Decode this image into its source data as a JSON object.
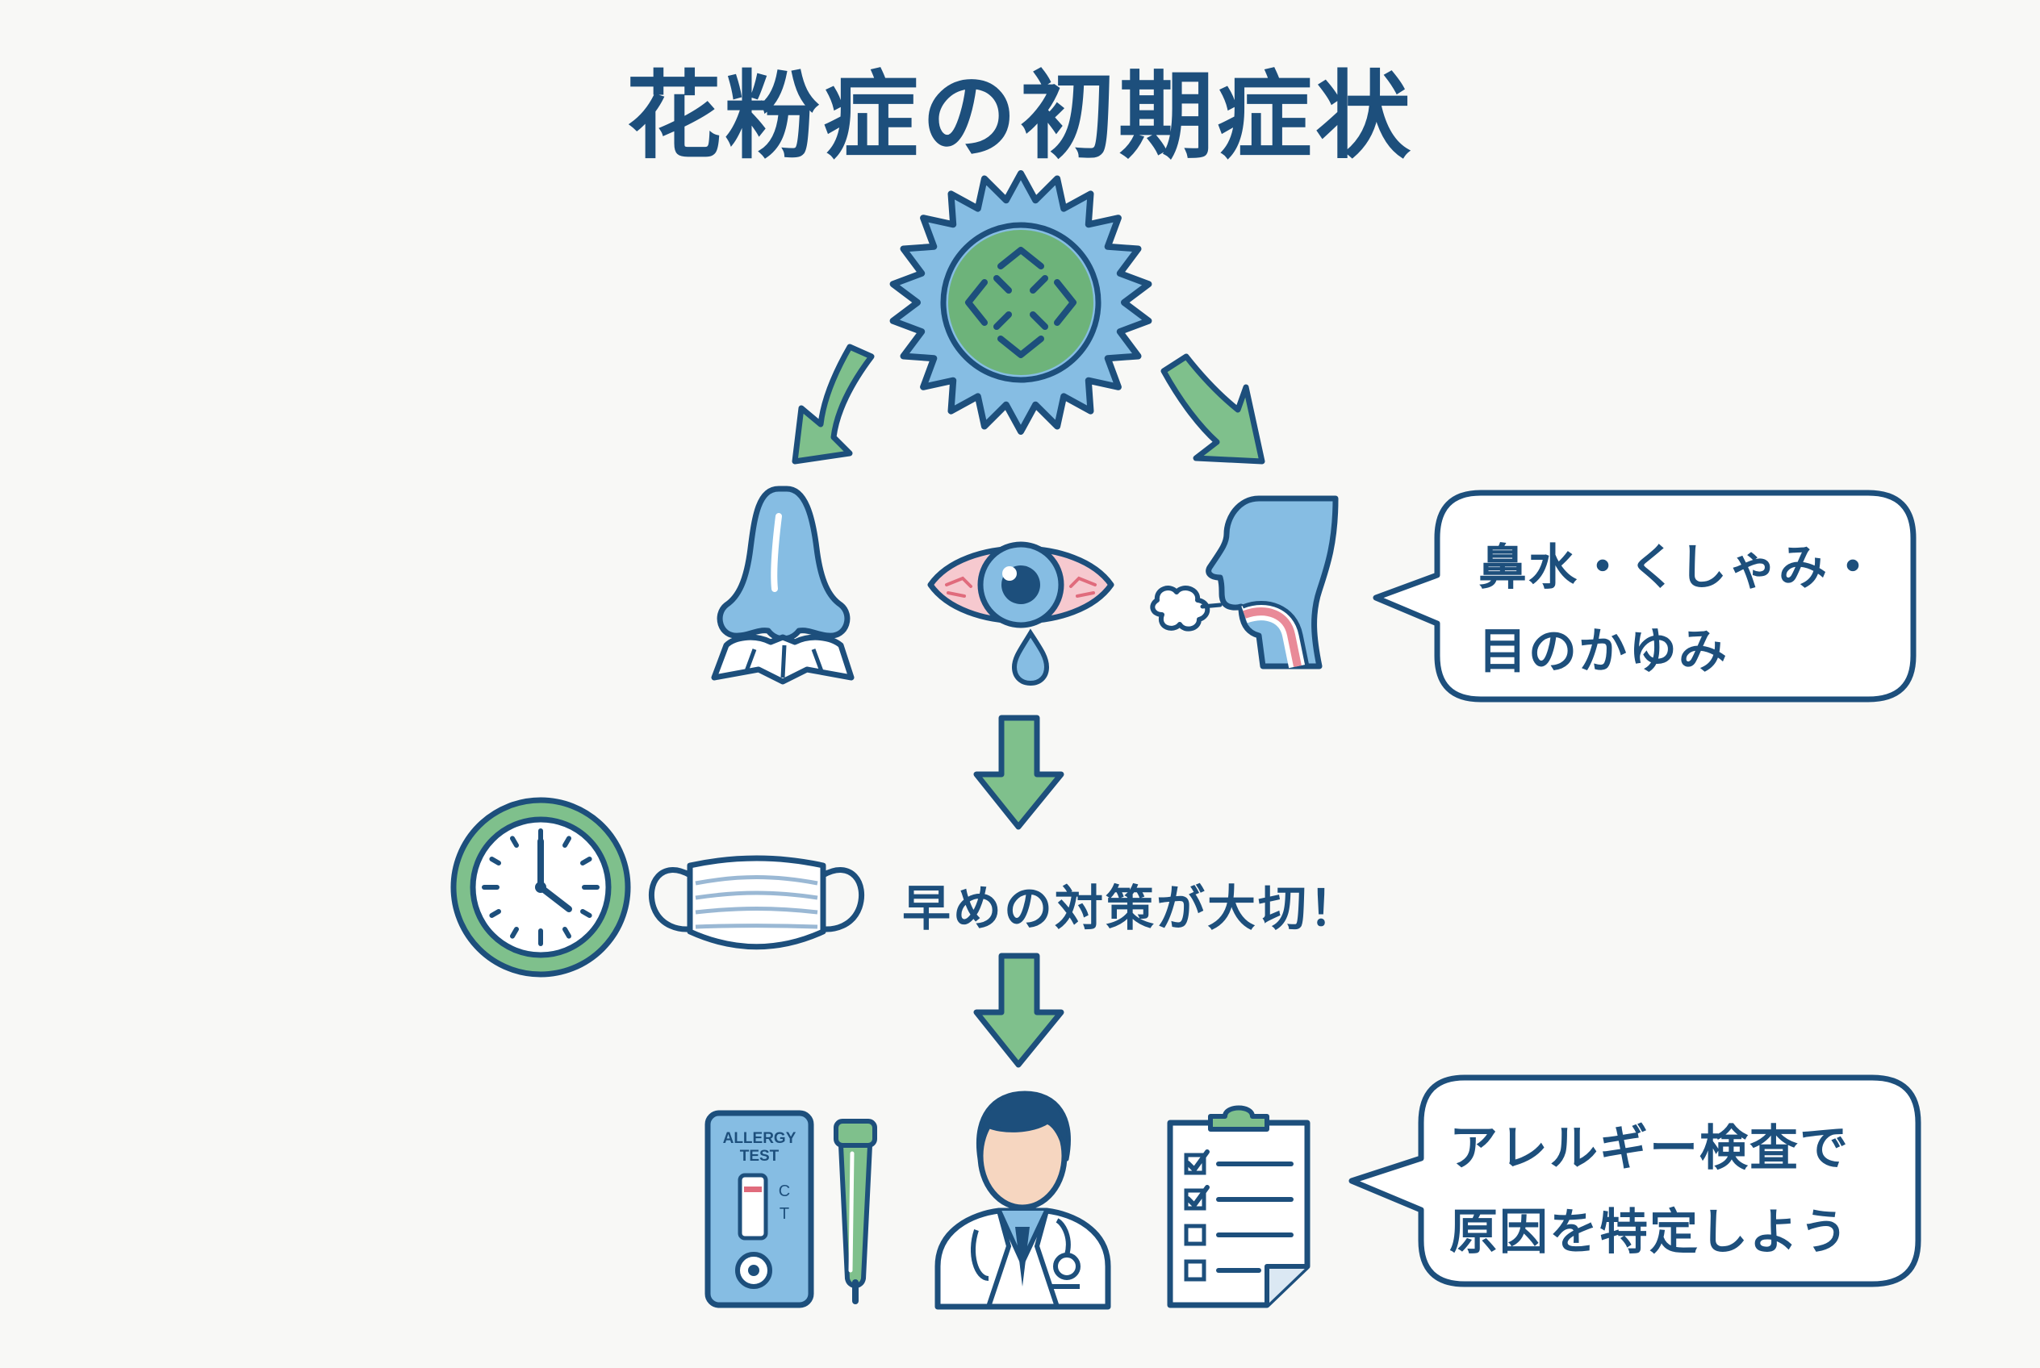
{
  "title": "花粉症の初期症状",
  "symptoms_bubble": {
    "line1": "鼻水・くしゃみ・",
    "line2": "目のかゆみ"
  },
  "action_text": "早めの対策が大切！",
  "test_bubble": {
    "line1": "アレルギー検査で",
    "line2": "原因を特定しよう"
  },
  "test_kit": {
    "line1": "ALLERGY",
    "line2": "TEST",
    "mark_c": "C",
    "mark_t": "T"
  },
  "colors": {
    "outline": "#1d4f7c",
    "blue_fill": "#86bde3",
    "green": "#6db37a",
    "green_light": "#7fc08c",
    "pink": "#e98a98",
    "background": "#f8f8f6"
  },
  "icons": [
    "pollen-icon",
    "nose-tissue-icon",
    "red-eye-icon",
    "sneeze-throat-icon",
    "clock-icon",
    "mask-icon",
    "allergy-test-kit-icon",
    "test-tube-icon",
    "doctor-icon",
    "clipboard-checklist-icon"
  ]
}
